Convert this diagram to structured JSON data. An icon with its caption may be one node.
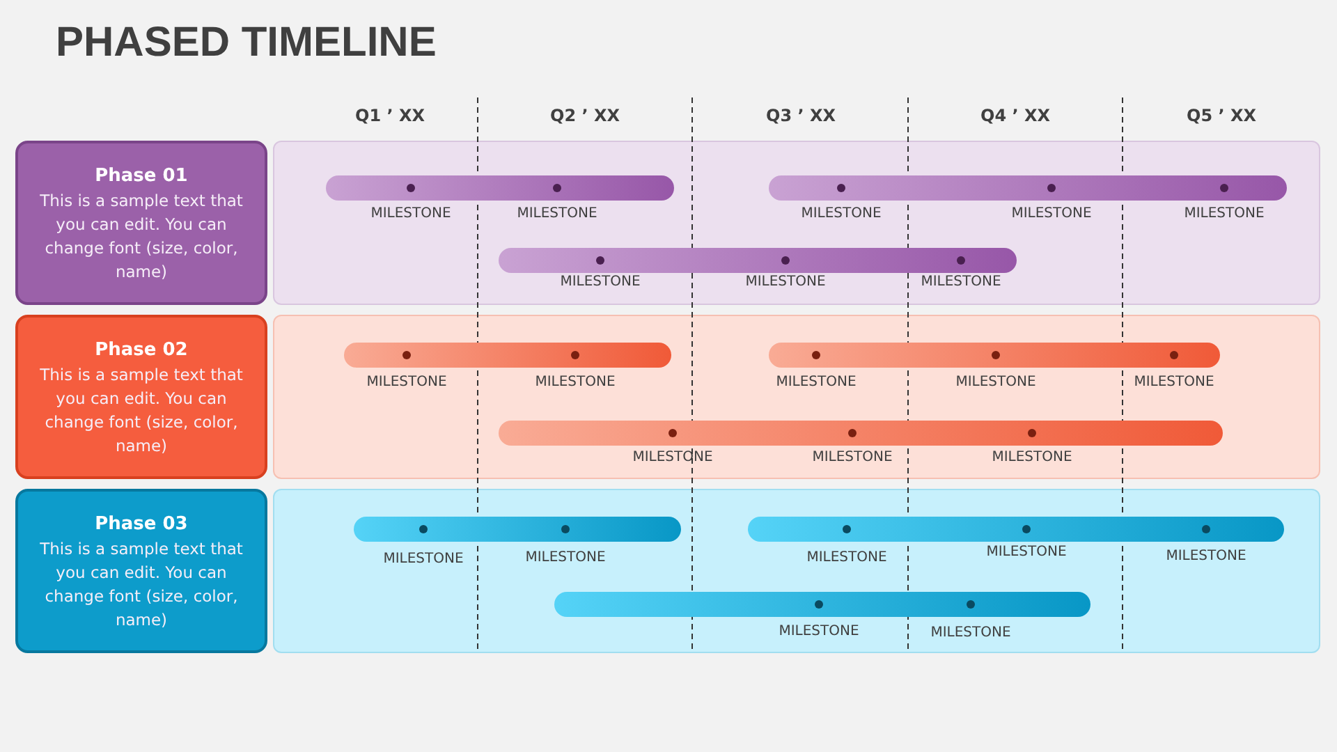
{
  "diagram": {
    "title": "PHASED TIMELINE",
    "nodes": [
      {
        "text": [
          "Phase 01",
          "This is a sample text that you can edit. You can change font (size, color, name)"
        ]
      },
      {
        "text": [],
        "shape": "box"
      },
      {
        "text": [],
        "shape": "bar",
        "in": 1,
        "beside": [
          "MILESTONE",
          "MILESTONE"
        ]
      },
      {
        "text": [],
        "shape": "bar",
        "in": 1,
        "beside": [
          "MILESTONE",
          "MILESTONE",
          "MILESTONE"
        ]
      },
      {
        "text": [],
        "shape": "bar",
        "in": 1,
        "beside": [
          "MILESTONE",
          "MILESTONE",
          "MILESTONE"
        ]
      },
      {
        "text": [
          "Phase 02",
          "This is a sample text that you can edit. You can change font (size, color, name)"
        ]
      },
      {
        "text": [],
        "shape": "box"
      },
      {
        "text": [],
        "shape": "bar",
        "in": 6,
        "beside": [
          "MILESTONE",
          "MILESTONE"
        ]
      },
      {
        "text": [],
        "shape": "bar",
        "in": 6,
        "beside": [
          "MILESTONE",
          "MILESTONE",
          "MILESTONE"
        ]
      },
      {
        "text": [],
        "shape": "bar",
        "in": 6,
        "beside": [
          "MILESTONE",
          "MILESTONE",
          "MILESTONE"
        ]
      },
      {
        "text": [
          "Phase 03",
          "This is a sample text that you can edit. You can change font (size, color, name)"
        ]
      },
      {
        "text": [],
        "shape": "box"
      },
      {
        "text": [],
        "shape": "bar",
        "in": 11,
        "beside": [
          "MILESTONE",
          "MILESTONE"
        ]
      },
      {
        "text": [],
        "shape": "bar",
        "in": 11,
        "beside": [
          "MILESTONE",
          "MILESTONE",
          "MILESTONE"
        ]
      },
      {
        "text": [],
        "shape": "bar",
        "in": 11,
        "beside": [
          "MILESTONE",
          "MILESTONE"
        ]
      }
    ],
    "labels": [
      "Q1 ’ XX",
      "Q2 ’ XX",
      "Q3 ’ XX",
      "Q4 ’ XX",
      "Q5 ’ XX"
    ]
  }
}
